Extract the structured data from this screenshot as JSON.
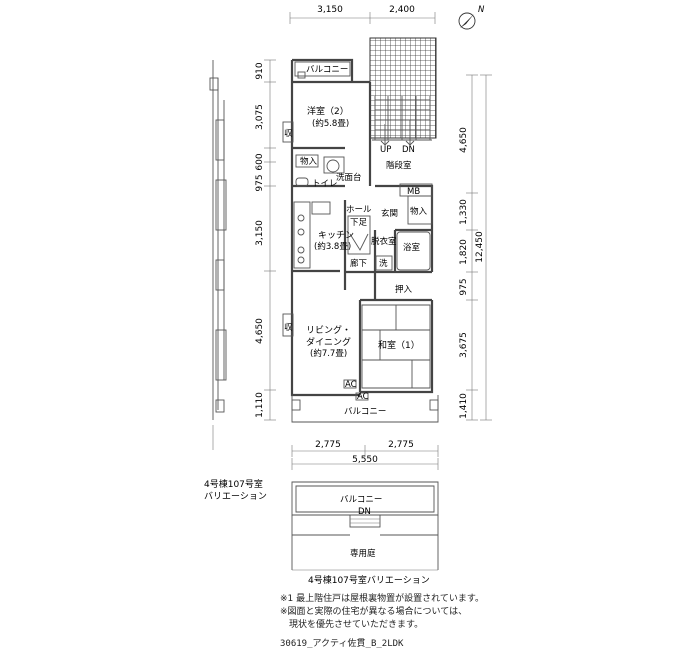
{
  "dimensions": {
    "top": [
      "3,150",
      "2,400"
    ],
    "left": [
      "910",
      "3,075",
      "600",
      "975",
      "3,150",
      "4,650",
      "1,110"
    ],
    "right_segments": [
      "4,650",
      "1,330",
      "1,820",
      "975",
      "3,675",
      "1,410"
    ],
    "right_total": "12,450",
    "bottom": [
      "2,775",
      "2,775"
    ],
    "bottom_total": "5,550"
  },
  "compass": {
    "label": "N"
  },
  "rooms": {
    "balcony_top": "バルコニー",
    "western_room": "洋室（2）",
    "western_room_area": "(約5.8畳)",
    "closet_small": "物入",
    "closet_w": "収",
    "washbasin": "洗面台",
    "toilet": "トイレ",
    "stair_up": "UP",
    "stair_dn": "DN",
    "stair_hall": "階段室",
    "mb": "MB",
    "hall": "ホール",
    "shoebox": "下足",
    "entrance": "玄関",
    "storage": "物入",
    "kitchen": "キッチン",
    "kitchen_area": "(約3.8畳)",
    "dressing": "脱衣室",
    "bath": "浴室",
    "corridor": "廊下",
    "washer": "洗",
    "oshiire": "押入",
    "living_1": "リビング・",
    "living_2": "ダイニング",
    "living_area": "(約7.7畳)",
    "living_closet": "収",
    "japanese_room": "和室（1）",
    "ac1": "AC",
    "ac2": "AC",
    "balcony_bottom": "バルコニー"
  },
  "variation": {
    "label_line1": "4号棟107号室",
    "label_line2": "バリエーション",
    "balcony": "バルコニー",
    "dn": "DN",
    "garden": "専用庭",
    "caption": "4号棟107号室バリエーション"
  },
  "notes": [
    "※1  最上階住戸は屋根裏物置が設置されています。",
    "※図面と実際の住宅が異なる場合については、",
    "　現状を優先させていただきます。"
  ],
  "code": "30619_アクティ佐貫_B_2LDK"
}
